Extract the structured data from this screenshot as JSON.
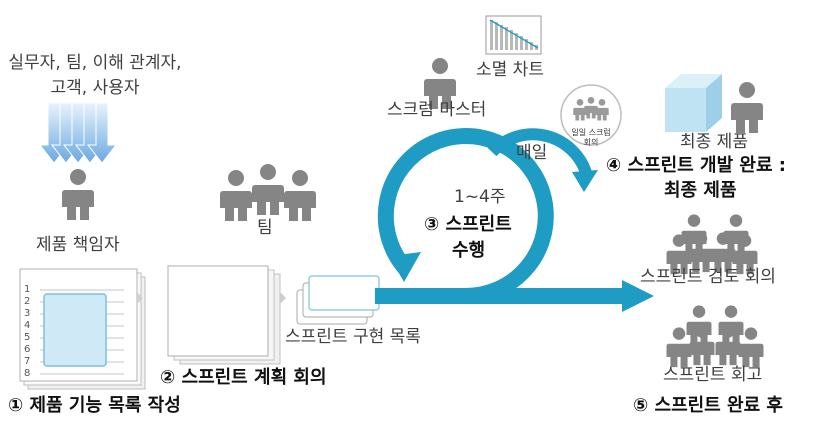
{
  "stakeholders": {
    "line1": "실무자, 팀, 이해 관계자,",
    "line2": "고객, 사용자"
  },
  "roles": {
    "product_owner": "제품 책임자",
    "team": "팀",
    "scrum_master": "스크럼 마스터",
    "burndown_chart": "소멸 차트"
  },
  "artifacts": {
    "product_backlog_numbers": [
      "1",
      "2",
      "3",
      "4",
      "5",
      "6",
      "7",
      "8"
    ],
    "sprint_backlog": "스프린트 구현 목록"
  },
  "cycle": {
    "daily": "매일",
    "daily_meeting_line1": "일일 스크럼",
    "daily_meeting_line2": "회의",
    "duration": "1~4주"
  },
  "steps": {
    "step1": "① 제품 기능 목록 작성",
    "step2": "② 스프린트 계획 회의",
    "step3_line1": "③ 스프린트",
    "step3_line2": "수행",
    "step4_line1": "④ 스프린트 개발 완료 :",
    "step4_line2": "최종 제품",
    "step5": "⑤ 스프린트 완료 후"
  },
  "outcomes": {
    "final_product": "최종 제품",
    "sprint_review": "스프린트 검토 회의",
    "retrospective": "스프린트 회고"
  },
  "colors": {
    "arrow_blue": "#1e9cc4",
    "person_gray": "#858585",
    "stakeholder_arrow": "#7fb5e6",
    "box_blue": "#bfe3f2"
  }
}
